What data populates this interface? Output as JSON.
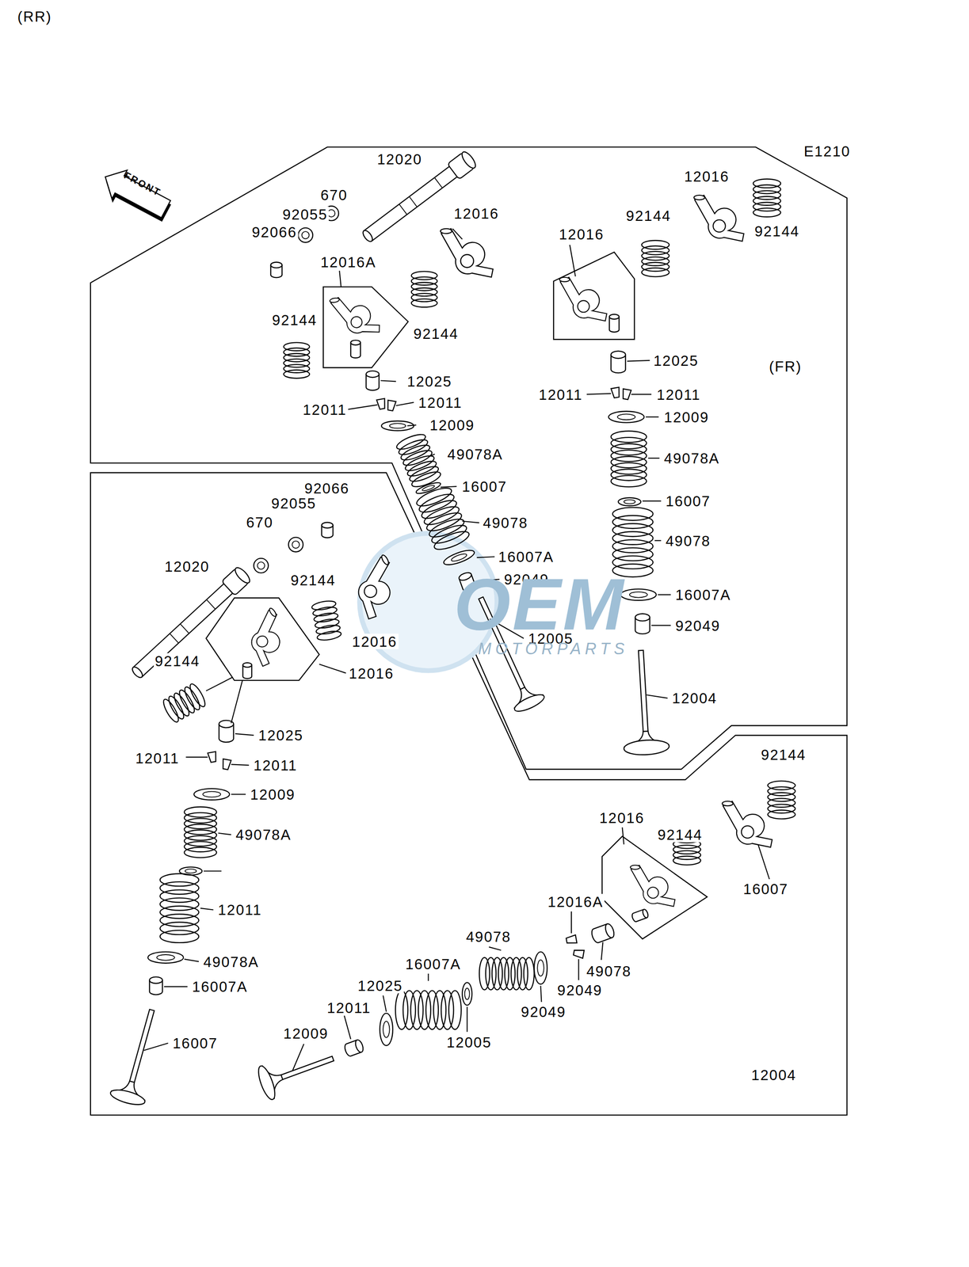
{
  "diagram": {
    "labels": [
      "E1210",
      "FRONT",
      "12020",
      "670",
      "92055",
      "92066",
      "12016",
      "12016",
      "12016",
      "92144",
      "92144",
      "12016A",
      "92144",
      "92144",
      "12025",
      "(FR)",
      "12025",
      "12011",
      "12011",
      "12011",
      "12011",
      "12009",
      "12009",
      "49078A",
      "49078A",
      "16007",
      "92066",
      "16007",
      "92055",
      "670",
      "49078",
      "49078",
      "16007A",
      "12020",
      "92049",
      "92144",
      "16007A",
      "OEM",
      "92049",
      "12005",
      "12016",
      "MOTORPARTS",
      "92144",
      "12016",
      "12004",
      "12025",
      "92144",
      "12011",
      "12011",
      "12009",
      "12016",
      "49078A",
      "92144",
      "16007",
      "12016A",
      "12011",
      "49078",
      "49078A",
      "16007A",
      "49078",
      "12025",
      "16007A",
      "92049",
      "12011",
      "92049",
      "12009",
      "12005",
      "16007",
      "12004",
      "(RR)"
    ]
  }
}
